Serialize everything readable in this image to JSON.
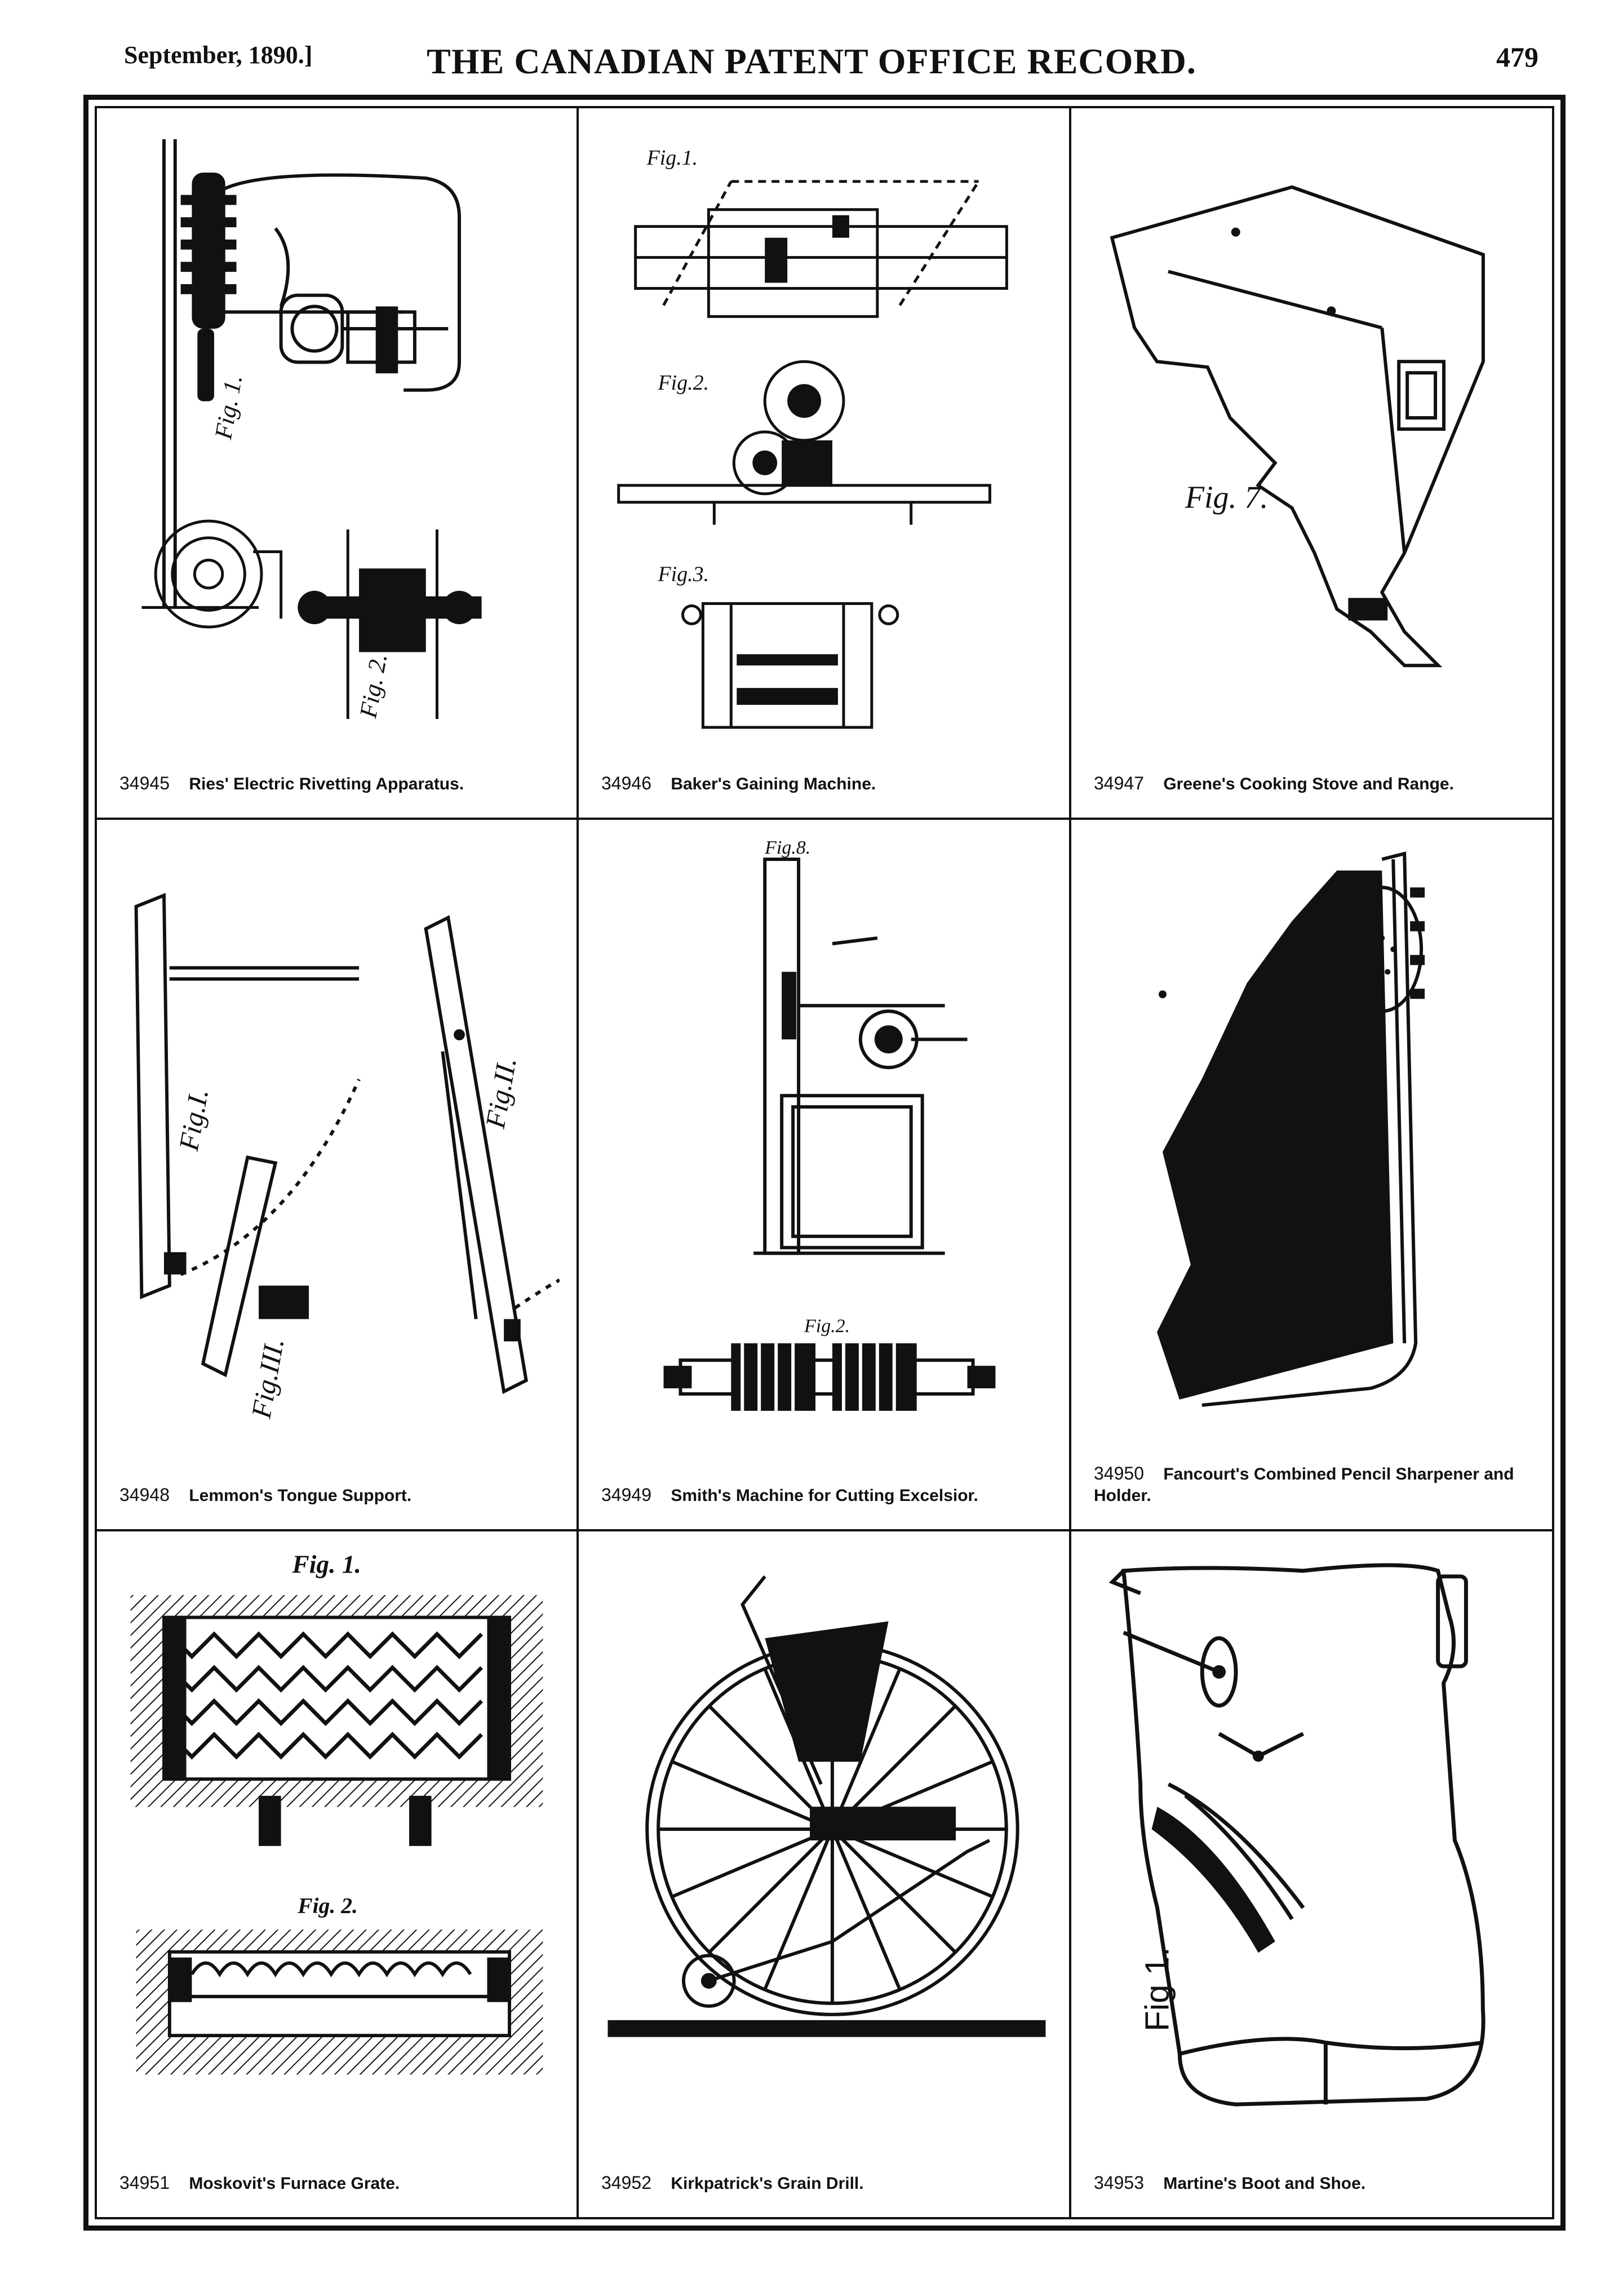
{
  "header": {
    "date": "September, 1890.]",
    "title": "THE CANADIAN PATENT OFFICE RECORD.",
    "page_number": "479"
  },
  "cells": [
    {
      "number": "34945",
      "name": "Ries' Electric Rivetting Apparatus.",
      "fig_labels": [
        "Fig. 1.",
        "Fig. 2."
      ]
    },
    {
      "number": "34946",
      "name": "Baker's Gaining Machine.",
      "fig_labels": [
        "Fig.1.",
        "Fig.2.",
        "Fig.3."
      ]
    },
    {
      "number": "34947",
      "name": "Greene's Cooking Stove and Range.",
      "fig_labels": [
        "Fig. 7."
      ]
    },
    {
      "number": "34948",
      "name": "Lemmon's Tongue Support.",
      "fig_labels": [
        "Fig.I.",
        "Fig.II.",
        "Fig.III."
      ]
    },
    {
      "number": "34949",
      "name": "Smith's Machine for Cutting Excelsior.",
      "fig_labels": [
        "Fig.8.",
        "Fig.2."
      ]
    },
    {
      "number": "34950",
      "name": "Fancourt's Combined Pencil Sharpener and Holder.",
      "fig_labels": []
    },
    {
      "number": "34951",
      "name": "Moskovit's Furnace Grate.",
      "fig_labels": [
        "Fig. 1.",
        "Fig. 2."
      ]
    },
    {
      "number": "34952",
      "name": "Kirkpatrick's Grain Drill.",
      "fig_labels": []
    },
    {
      "number": "34953",
      "name": "Martine's Boot and Shoe.",
      "fig_labels": [
        "Fig 1."
      ]
    }
  ]
}
